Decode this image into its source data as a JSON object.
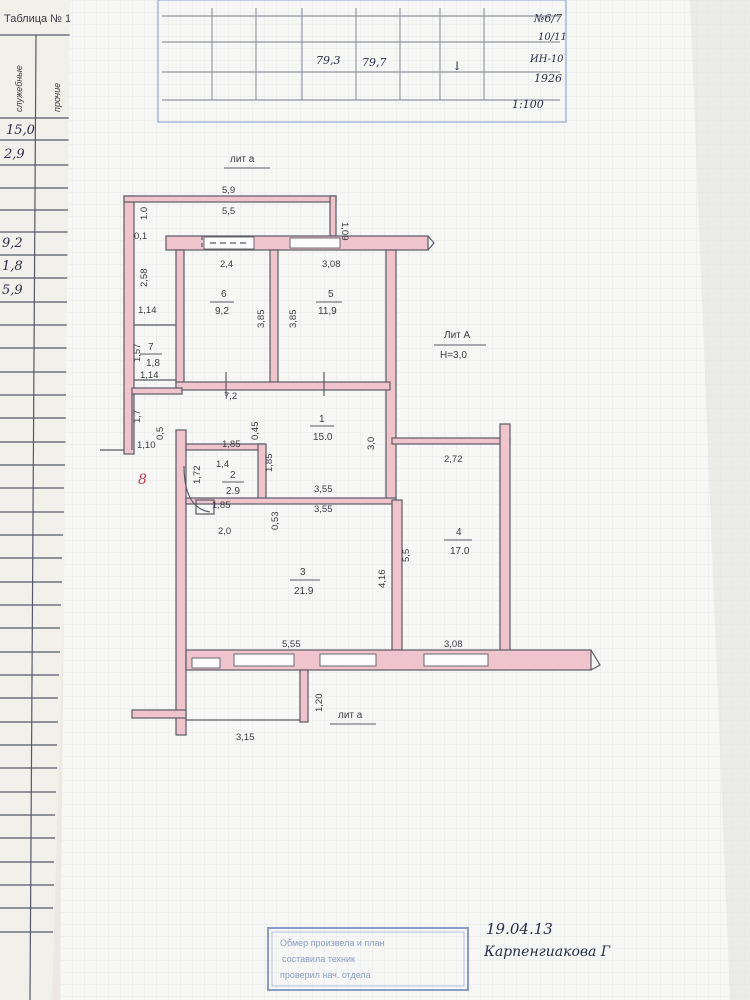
{
  "left_sheet": {
    "title": "Таблица № 1",
    "col_service": "служебные",
    "col_other": "прочие",
    "values": [
      "15,0",
      "2,9",
      "9,2",
      "1,8",
      "5,9"
    ]
  },
  "top_table": {
    "area_total": "79,3",
    "area_living": "79,7",
    "mark": "↓",
    "note_1": "№6/7",
    "note_2": "10/11",
    "note_3": "ИН-10",
    "year": "1926",
    "scale": "1:100"
  },
  "plan": {
    "lit_a_top": "лит а",
    "lit_a_bottom": "лит а",
    "lit_A": "Лит А",
    "height": "Н=3,0",
    "rooms": [
      {
        "num": "6",
        "area": "9,2"
      },
      {
        "num": "5",
        "area": "11,9"
      },
      {
        "num": "7",
        "area": "1,8"
      },
      {
        "num": "1",
        "area": "15.0"
      },
      {
        "num": "2",
        "area": "2.9"
      },
      {
        "num": "3",
        "area": "21.9"
      },
      {
        "num": "4",
        "area": "17.0"
      }
    ],
    "dims": {
      "d_5_9": "5,9",
      "d_5_5": "5,5",
      "d_1_0": "1.0",
      "d_1_09": "1,09",
      "d_0_1": "0,1",
      "d_2_58": "2,58",
      "d_1_14a": "1,14",
      "d_2_4": "2,4",
      "d_3_08a": "3,08",
      "d_3_85a": "3,85",
      "d_3_85b": "3,85",
      "d_1_57": "1,57",
      "d_1_14b": "1,14",
      "d_7_2": "7,2",
      "d_1_7": "1,7",
      "d_0_45": "0,45",
      "d_1_10": "1,10",
      "d_0_5": "0,5",
      "d_1_85a": "1,85",
      "d_3_0": "3,0",
      "d_1_72": "1,72",
      "d_1_4": "1,4",
      "d_1_85b": "1,85",
      "d_2_72": "2,72",
      "d_3_55a": "3,55",
      "d_3_55b": "3,55",
      "d_1_85c": "1,85",
      "d_0_53": "0,53",
      "d_2_0": "2,0",
      "d_5_5v": "5,5",
      "d_4_16": "4,16",
      "d_5_55": "5,55",
      "d_3_08b": "3,08",
      "d_1_20": "1,20",
      "d_3_15": "3,15"
    },
    "red_mark": "8"
  },
  "footer": {
    "date": "19.04.13",
    "signature": "Карпенгиакова Г",
    "stamp_line_1": "Обмер произвела и план",
    "stamp_line_2": "составила техник",
    "stamp_line_3": "проверил нач. отдела"
  },
  "colors": {
    "wall_pink": "#f0c4cc",
    "line_dark": "#5a5a66",
    "stamp_blue": "#8c9cc8",
    "red_mark": "#c23a4a"
  }
}
